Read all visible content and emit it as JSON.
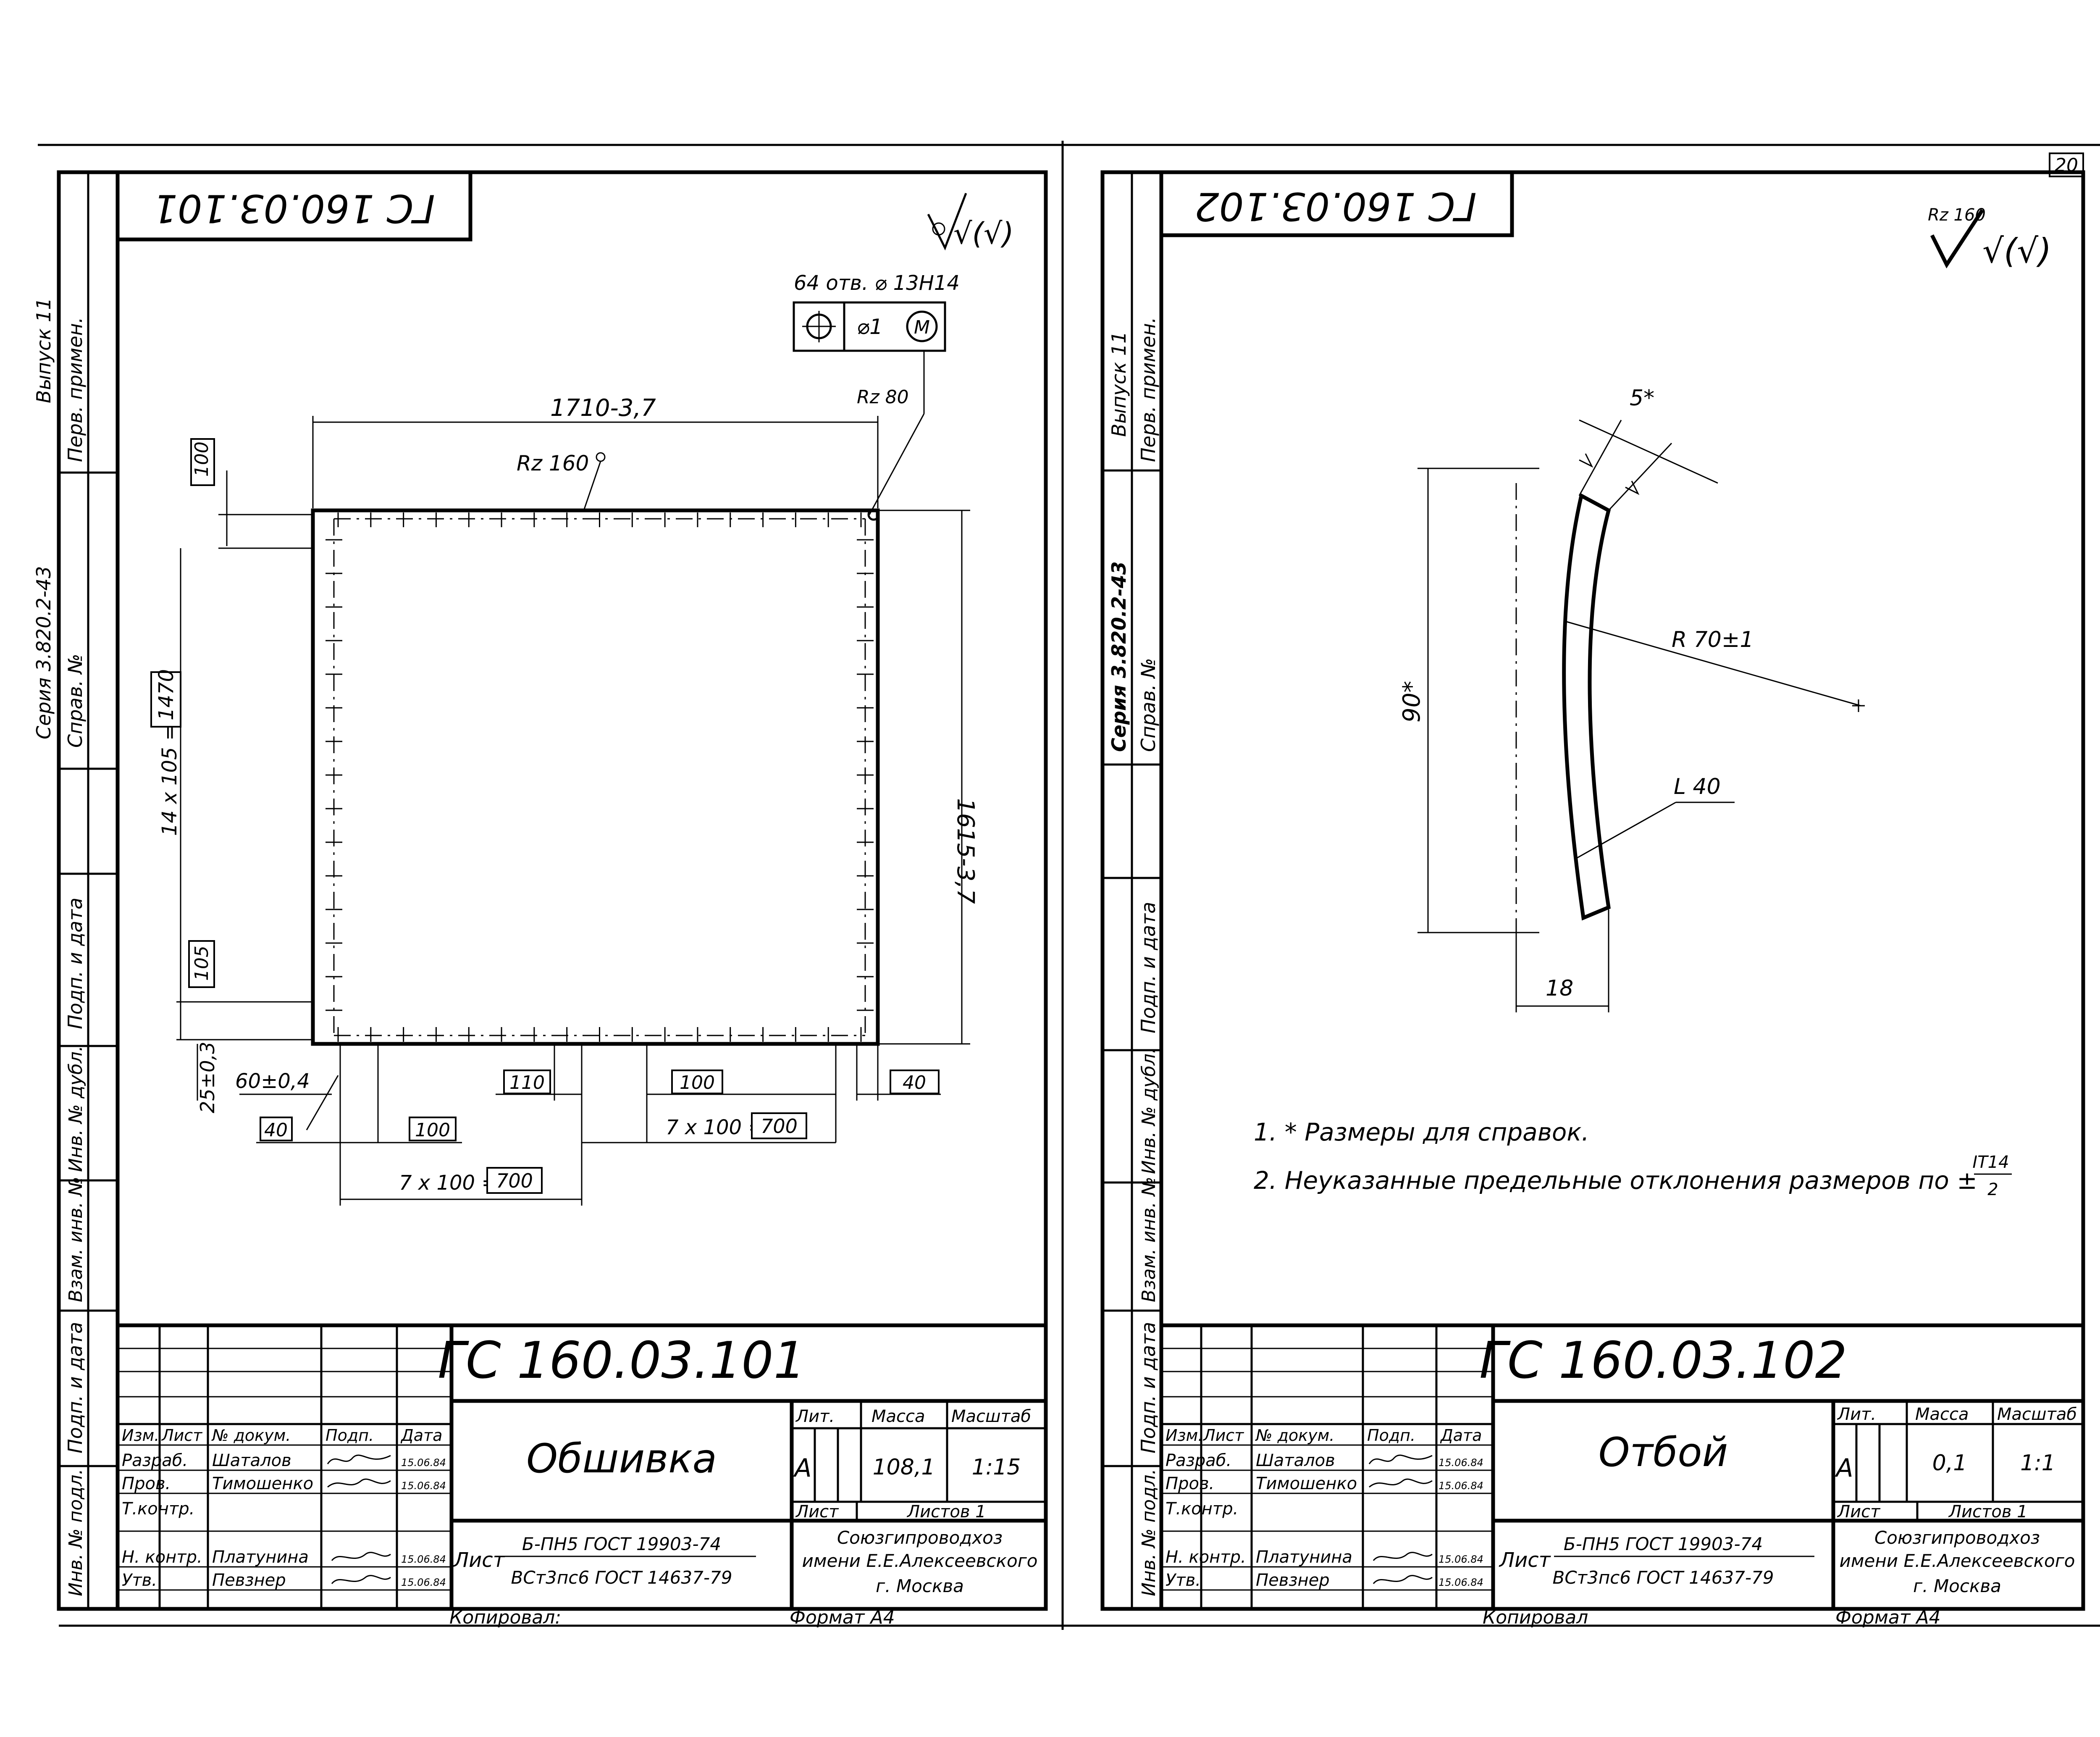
{
  "page_number": "20",
  "left_sheet": {
    "code_rotated": "ГС 160.03.101",
    "code": "ГС 160.03.101",
    "title": "Обшивка",
    "margin_labels": [
      "Выпуск 11",
      "Перв. примен.",
      "Серия 3.820.2-43",
      "Справ. №",
      "Подп. и дата",
      "Инв. № дубл.",
      "Взам. инв. №",
      "Подп. и дата",
      "Инв. № подл."
    ],
    "roughness_mark": "√(√)",
    "tolerance_note": "64 отв. ⌀ 13Н14",
    "tolerance_value": "⌀1",
    "tolerance_modifier": "M",
    "dims": {
      "width": "1710-3,7",
      "rz80": "Rz 80",
      "rz160": "Rz 160",
      "height": "1615-3,7",
      "step_top": "100",
      "vertical_count": "14 x 105 =",
      "vertical_total": "1470",
      "bottom_first": "105",
      "offset_25": "25±0,3",
      "offset_60": "60±0,4",
      "edge_40_left": "40",
      "step_100_a": "100",
      "step_110": "110",
      "step_100_b": "100",
      "edge_40_right": "40",
      "horiz_count_right": "7 x 100 =",
      "horiz_total_right": "700",
      "horiz_count_left": "7 x 100 =",
      "horiz_total_left": "700"
    },
    "title_block": {
      "head": [
        "Изм.",
        "Лист",
        "№ докум.",
        "Подп.",
        "Дата"
      ],
      "rows": [
        {
          "role": "Разраб.",
          "name": "Шаталов",
          "date": "15.06.84"
        },
        {
          "role": "Пров.",
          "name": "Тимошенко",
          "date": "15.06.84"
        },
        {
          "role": "Т.контр.",
          "name": "",
          "date": ""
        },
        {
          "role": "Н. контр.",
          "name": "Платунина",
          "date": "15.06.84"
        },
        {
          "role": "Утв.",
          "name": "Певзнер",
          "date": "15.06.84"
        }
      ],
      "lit_label": "Лит.",
      "mass_label": "Масса",
      "scale_label": "Масштаб",
      "lit": "А",
      "mass": "108,1",
      "scale": "1:15",
      "sheet_label": "Лист",
      "sheets_label": "Листов 1",
      "material_label": "Лист",
      "material_top": "Б-ПН5 ГОСТ 19903-74",
      "material_bottom": "ВСт3пс6 ГОСТ 14637-79",
      "org": [
        "Союзгипроводхоз",
        "имени Е.Е.Алексеевского",
        "г. Москва"
      ]
    },
    "copied": "Копировал:",
    "format": "Формат А4"
  },
  "right_sheet": {
    "code_rotated": "ГС 160.03.102",
    "code": "ГС 160.03.102",
    "title": "Отбой",
    "margin_labels": [
      "Выпуск 11",
      "Перв. примен.",
      "Серия 3.820.2-43",
      "Справ. №",
      "Подп. и дата",
      "Инв. № дубл.",
      "Взам. инв. №",
      "Подп. и дата",
      "Инв. № подл."
    ],
    "roughness_rz": "Rz 160",
    "roughness_mark": "√(√)",
    "dims": {
      "thickness": "5*",
      "radius": "R 70±1",
      "chord": "90*",
      "angle": "L 40",
      "depth": "18"
    },
    "notes": [
      "1. * Размеры для справок.",
      "2. Неуказанные предельные отклонения размеров по ±"
    ],
    "note_fraction_top": "IT14",
    "note_fraction_bottom": "2",
    "title_block": {
      "head": [
        "Изм.",
        "Лист",
        "№ докум.",
        "Подп.",
        "Дата"
      ],
      "rows": [
        {
          "role": "Разраб.",
          "name": "Шаталов",
          "date": "15.06.84"
        },
        {
          "role": "Пров.",
          "name": "Тимошенко",
          "date": "15.06.84"
        },
        {
          "role": "Т.контр.",
          "name": "",
          "date": ""
        },
        {
          "role": "Н. контр.",
          "name": "Платунина",
          "date": "15.06.84"
        },
        {
          "role": "Утв.",
          "name": "Певзнер",
          "date": "15.06.84"
        }
      ],
      "lit_label": "Лит.",
      "mass_label": "Масса",
      "scale_label": "Масштаб",
      "lit": "А",
      "mass": "0,1",
      "scale": "1:1",
      "sheet_label": "Лист",
      "sheets_label": "Листов 1",
      "material_label": "Лист",
      "material_top": "Б-ПН5 ГОСТ 19903-74",
      "material_bottom": "ВСт3пс6 ГОСТ 14637-79",
      "org": [
        "Союзгипроводхоз",
        "имени Е.Е.Алексеевского",
        "г. Москва"
      ]
    },
    "copied": "Копировал",
    "format": "Формат А4"
  }
}
